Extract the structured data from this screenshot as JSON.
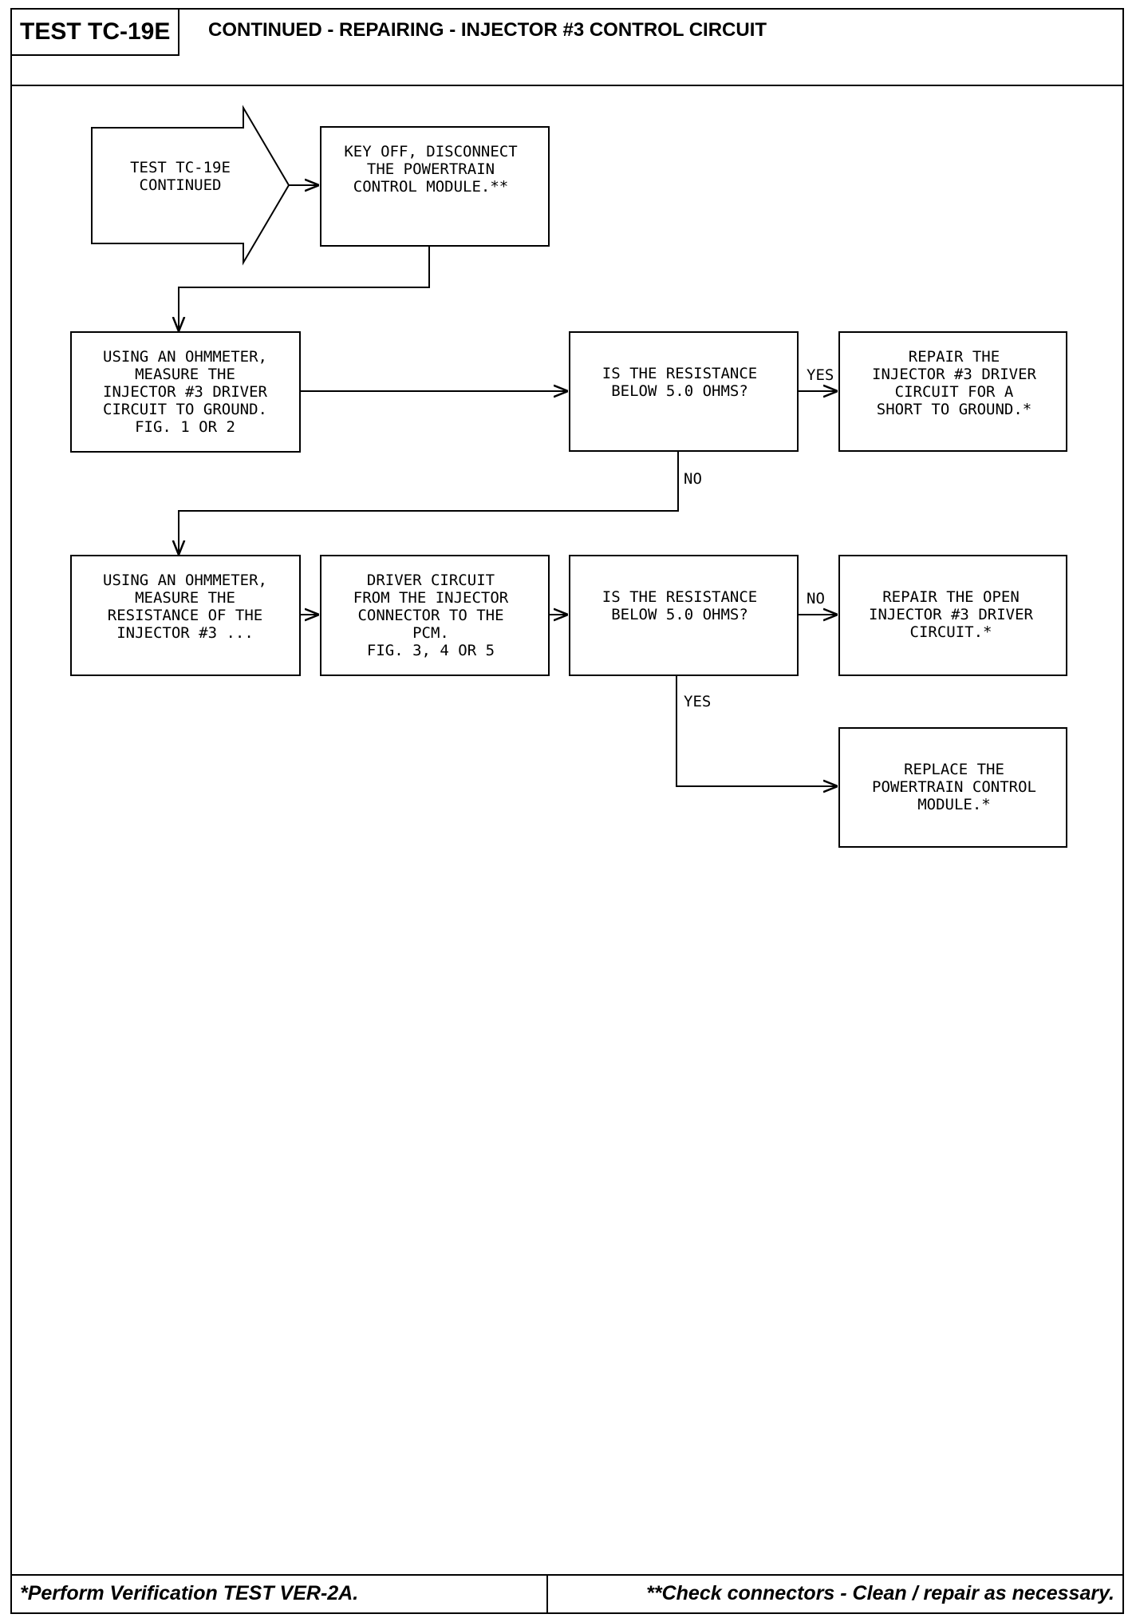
{
  "header": {
    "test_id": "TEST TC-19E",
    "title": "CONTINUED - REPAIRING - INJECTOR #3 CONTROL CIRCUIT"
  },
  "nodes": {
    "start": [
      "TEST TC-19E",
      "CONTINUED"
    ],
    "key_off": [
      "KEY OFF, DISCONNECT",
      "THE POWERTRAIN",
      "CONTROL MODULE.**"
    ],
    "measure_ground": [
      "USING AN OHMMETER,",
      "MEASURE THE",
      "INJECTOR #3 DRIVER",
      "CIRCUIT TO GROUND.",
      "FIG. 1 OR 2"
    ],
    "decision_1": [
      "IS THE RESISTANCE",
      "BELOW 5.0 OHMS?"
    ],
    "repair_short": [
      "REPAIR THE",
      "INJECTOR #3 DRIVER",
      "CIRCUIT FOR A",
      "SHORT TO GROUND.*"
    ],
    "measure_resistance": [
      "USING AN OHMMETER,",
      "MEASURE THE",
      "RESISTANCE OF THE",
      "INJECTOR #3 ..."
    ],
    "driver_circuit": [
      "DRIVER CIRCUIT",
      "FROM THE INJECTOR",
      "CONNECTOR TO THE",
      "PCM.",
      "FIG. 3, 4 OR 5"
    ],
    "decision_2": [
      "IS THE RESISTANCE",
      "BELOW 5.0 OHMS?"
    ],
    "repair_open": [
      "REPAIR THE OPEN",
      "INJECTOR #3 DRIVER",
      "CIRCUIT.*"
    ],
    "replace_pcm": [
      "REPLACE THE",
      "POWERTRAIN CONTROL",
      "MODULE.*"
    ]
  },
  "labels": {
    "d1_yes": "YES",
    "d1_no": "NO",
    "d2_no": "NO",
    "d2_yes": "YES"
  },
  "footer": {
    "left": "*Perform Verification TEST VER-2A.",
    "right": "**Check connectors - Clean / repair as necessary."
  }
}
